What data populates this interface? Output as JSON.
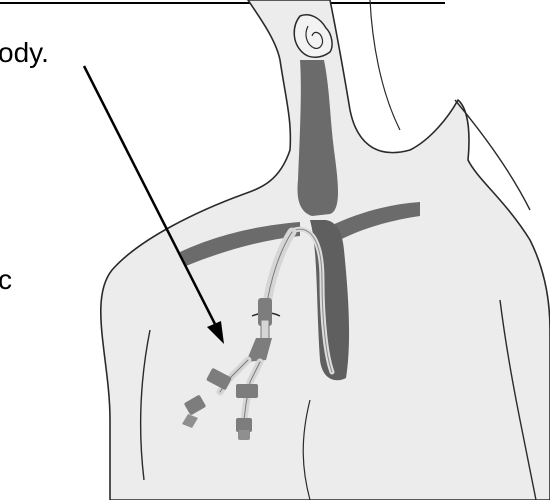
{
  "text_fragments": {
    "top": "ody.",
    "middle": "c"
  },
  "colors": {
    "background": "#ffffff",
    "skin": "#ececec",
    "skin_outline": "#2a2a2a",
    "vessel": "#6b6b6b",
    "vessel_dark": "#4d4d4d",
    "catheter": "#d6d6d6",
    "catheter_outline": "#7a7a7a",
    "hub": "#7d7d7d",
    "arrow": "#000000",
    "top_rule": "#000000"
  },
  "icons": {
    "figure": "chest-catheter-illustration",
    "arrow": "pointer-arrow"
  }
}
